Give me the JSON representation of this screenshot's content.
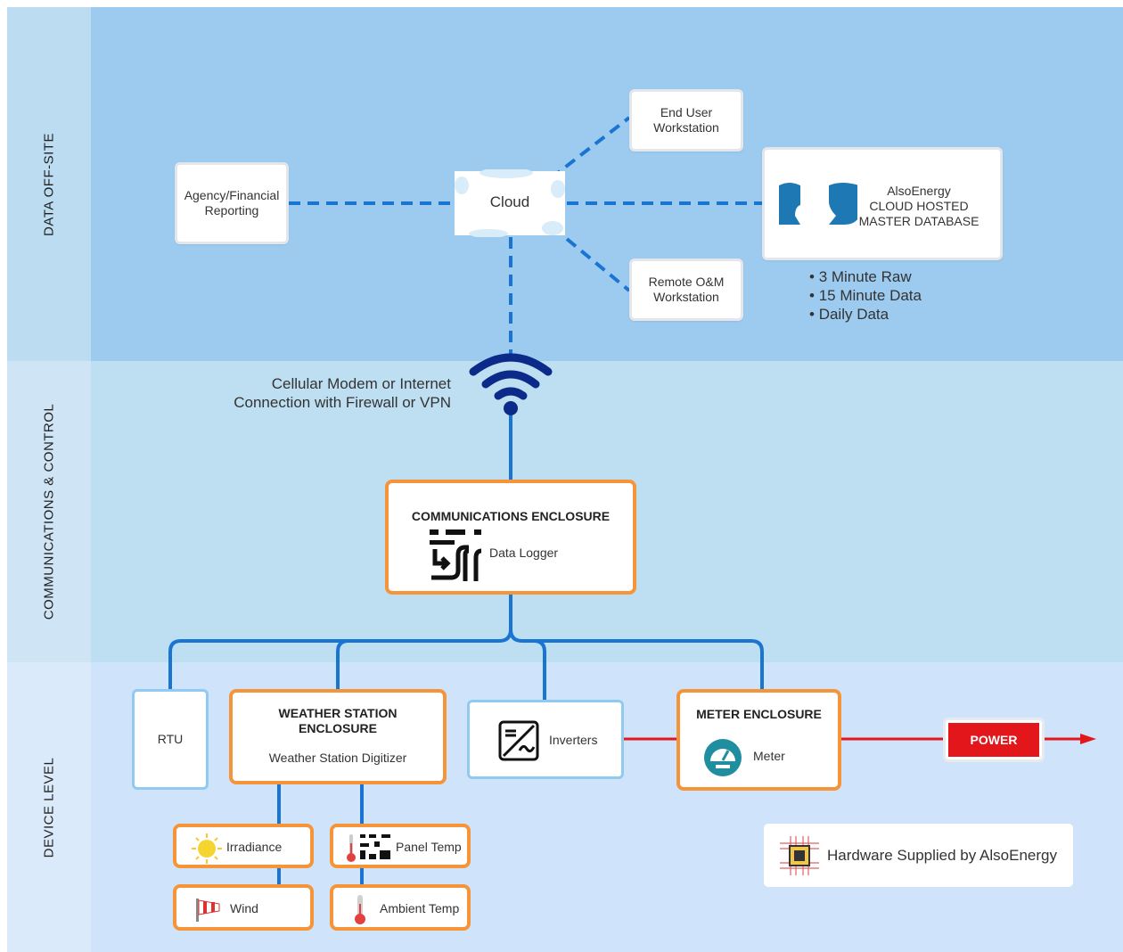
{
  "bands": {
    "offsite": "DATA OFF-SITE",
    "comms": "COMMUNICATIONS & CONTROL",
    "device": "DEVICE LEVEL"
  },
  "offsite": {
    "cloud": "Cloud",
    "agency": [
      "Agency/Financial",
      "Reporting"
    ],
    "end_user": [
      "End User",
      "Workstation"
    ],
    "remote": [
      "Remote O&M",
      "Workstation"
    ],
    "database": [
      "AlsoEnergy",
      "CLOUD HOSTED",
      "MASTER DATABASE"
    ],
    "bullets": [
      "3 Minute Raw",
      "15 Minute Data",
      "Daily Data"
    ]
  },
  "comms": {
    "connection": [
      "Cellular Modem or Internet",
      "Connection with Firewall or VPN"
    ],
    "enclosure_title": "COMMUNICATIONS ENCLOSURE",
    "data_logger": "Data Logger"
  },
  "device": {
    "rtu": "RTU",
    "weather_title": [
      "WEATHER STATION",
      "ENCLOSURE"
    ],
    "weather_digitizer": "Weather Station Digitizer",
    "inverters": "Inverters",
    "meter_title": "METER ENCLOSURE",
    "meter": "Meter",
    "power": "POWER",
    "irradiance": "Irradiance",
    "panel_temp": "Panel Temp",
    "wind": "Wind",
    "ambient_temp": "Ambient Temp",
    "legend": "Hardware Supplied by AlsoEnergy"
  },
  "colors": {
    "offsite_band": "#9dcbf0",
    "comms_band": "#bedff2",
    "device_band": "#cfe3fb",
    "line_blue": "#1a75d2",
    "wifi": "#0b2a8a",
    "orange": "#f6943a",
    "power_red": "#e3161b",
    "db_blue": "#1e78b4"
  }
}
